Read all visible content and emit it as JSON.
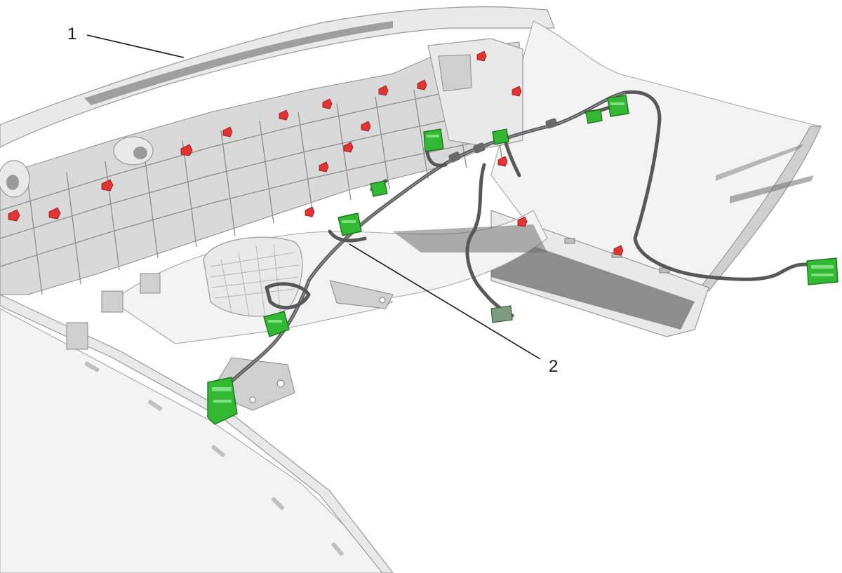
{
  "diagram": {
    "callouts": [
      {
        "id": "callout-1",
        "label": "1"
      },
      {
        "id": "callout-2",
        "label": "2"
      }
    ],
    "colors": {
      "background": "#ffffff",
      "bumper_fascia": "#e9e9e9",
      "fascia_shadow": "#6e6e6e",
      "wiring_harness": "#585858",
      "connectors": "#33b833",
      "retaining_clips": "#e23434",
      "leader_lines": "#1a1a1a"
    },
    "parts": [
      {
        "ref": "1",
        "icon": "bumper-fascia-shape"
      },
      {
        "ref": "2",
        "icon": "wiring-harness-shape"
      }
    ]
  }
}
